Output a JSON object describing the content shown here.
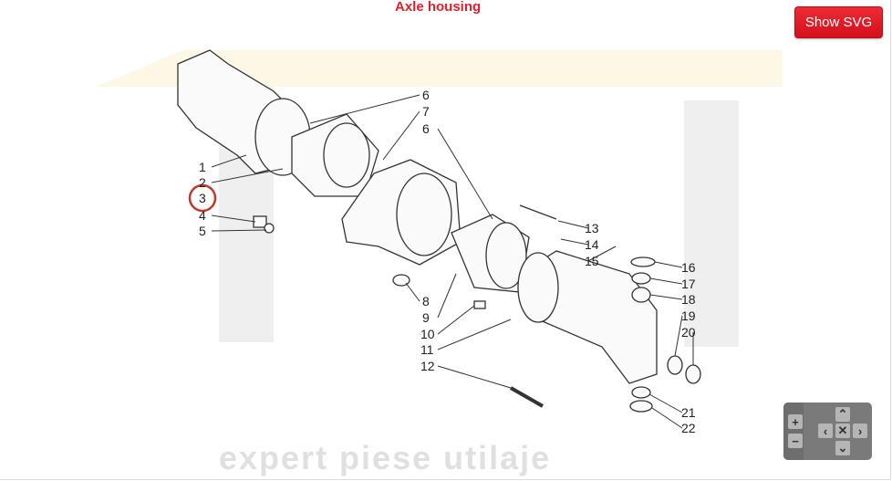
{
  "header": {
    "title": "Axle housing",
    "show_svg_label": "Show SVG"
  },
  "watermark": "expert piese utilaje",
  "callouts": [
    "1",
    "2",
    "3",
    "4",
    "5",
    "6",
    "7",
    "6",
    "8",
    "9",
    "10",
    "11",
    "12",
    "13",
    "14",
    "15",
    "16",
    "17",
    "18",
    "19",
    "20",
    "21",
    "22"
  ],
  "highlighted_callout": "3",
  "controls": {
    "zoom_in": "+",
    "zoom_out": "−",
    "up": "⌃",
    "down": "⌄",
    "left": "‹",
    "right": "›",
    "reset": "✕"
  },
  "colors": {
    "accent": "#e3202a",
    "highlight_circle": "#c0392b"
  }
}
